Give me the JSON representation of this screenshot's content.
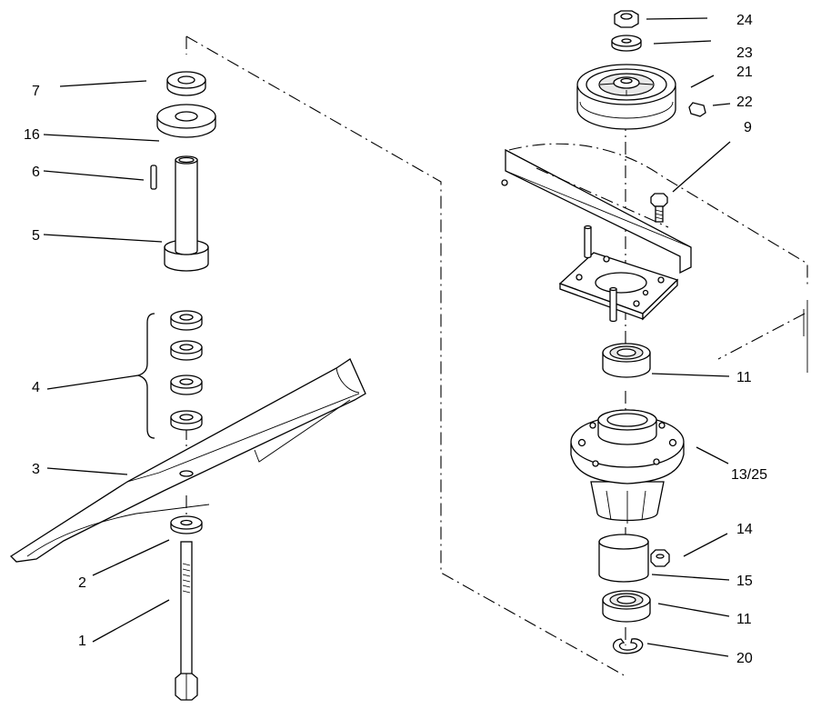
{
  "labels": {
    "l1": "1",
    "l2": "2",
    "l3": "3",
    "l4": "4",
    "l5": "5",
    "l6": "6",
    "l7": "7",
    "l16": "16",
    "l24": "24",
    "l23": "23",
    "l21": "21",
    "l22": "22",
    "l9": "9",
    "l11a": "11",
    "l13": "13/25",
    "l14": "14",
    "l15": "15",
    "l11b": "11",
    "l20": "20"
  }
}
